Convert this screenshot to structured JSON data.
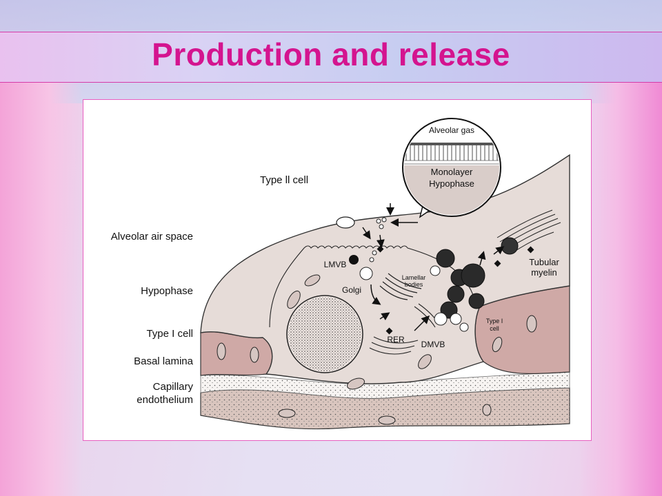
{
  "slide": {
    "title": "Production and release"
  },
  "labels": {
    "type2_cell": "Type ll cell",
    "alveolar_air_space": "Alveolar air space",
    "hypophase": "Hypophase",
    "type1_cell": "Type I cell",
    "basal_lamina": "Basal lamina",
    "capillary_endothelium_line1": "Capillary",
    "capillary_endothelium_line2": "endothelium",
    "alveolar_gas": "Alveolar gas",
    "monolayer": "Monolayer",
    "hypophase_inset": "Hypophase",
    "lmvb": "LMVB",
    "golgi": "Golgi",
    "lamellar_bodies_line1": "Lamellar",
    "lamellar_bodies_line2": "bodies",
    "rer": "RER",
    "dmvb": "DMVB",
    "type1_cell_small_line1": "Type I",
    "type1_cell_small_line2": "cell",
    "tubular_myelin_line1": "Tubular",
    "tubular_myelin_line2": "myelin"
  },
  "colors": {
    "title": "#d4148f",
    "panel_border": "#e85fc0",
    "cell_fill": "#e6dcd8",
    "type1_fill": "#cfa9a6",
    "capillary_fill": "#d9c5be"
  }
}
